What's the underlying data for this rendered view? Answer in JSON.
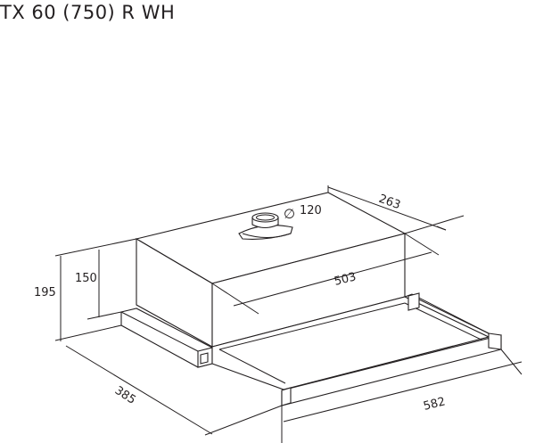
{
  "title": "TX 60 (750) R WH",
  "dimensions": {
    "depth_top": "263",
    "duct_diameter_symbol": "∅",
    "duct_diameter": "120",
    "inner_width": "503",
    "outer_width": "582",
    "total_height": "195",
    "body_height": "150",
    "depth_side": "385"
  }
}
